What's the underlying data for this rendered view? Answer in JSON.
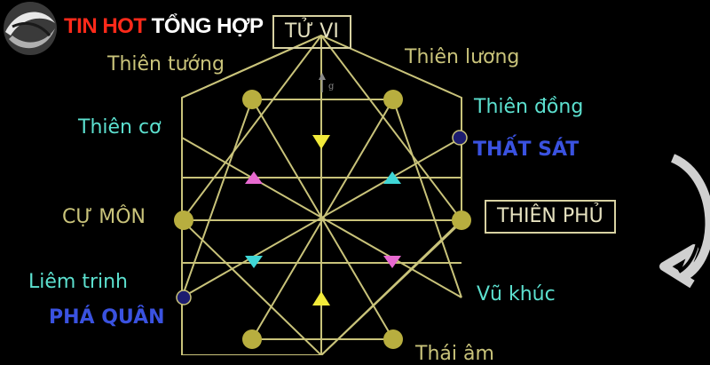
{
  "brand": {
    "part1": "TIN HOT",
    "part2": "TỔNG HỢP"
  },
  "center_label": "TỬ VI",
  "right_boxed_label": "THIÊN PHỦ",
  "labels": {
    "thien_tuong": "Thiên tướng",
    "thien_luong": "Thiên lương",
    "thien_dong": "Thiên đồng",
    "that_sat": "THẤT SÁT",
    "thien_co": "Thiên cơ",
    "cu_mon": "CỰ MÔN",
    "liem_trinh": "Liêm trinh",
    "pha_quan": "PHÁ QUÂN",
    "vu_khuc": "Vũ khúc",
    "bottom_partial": "Thái âm"
  },
  "colors": {
    "line": "#c9c37a",
    "node": "#b8ae3f",
    "node_dark": "#1c1c70",
    "triangle_yellow": "#f2ea3a",
    "triangle_cyan": "#3fd6d6",
    "triangle_pink": "#e86ad0",
    "arrow": "#d0d0d0"
  }
}
